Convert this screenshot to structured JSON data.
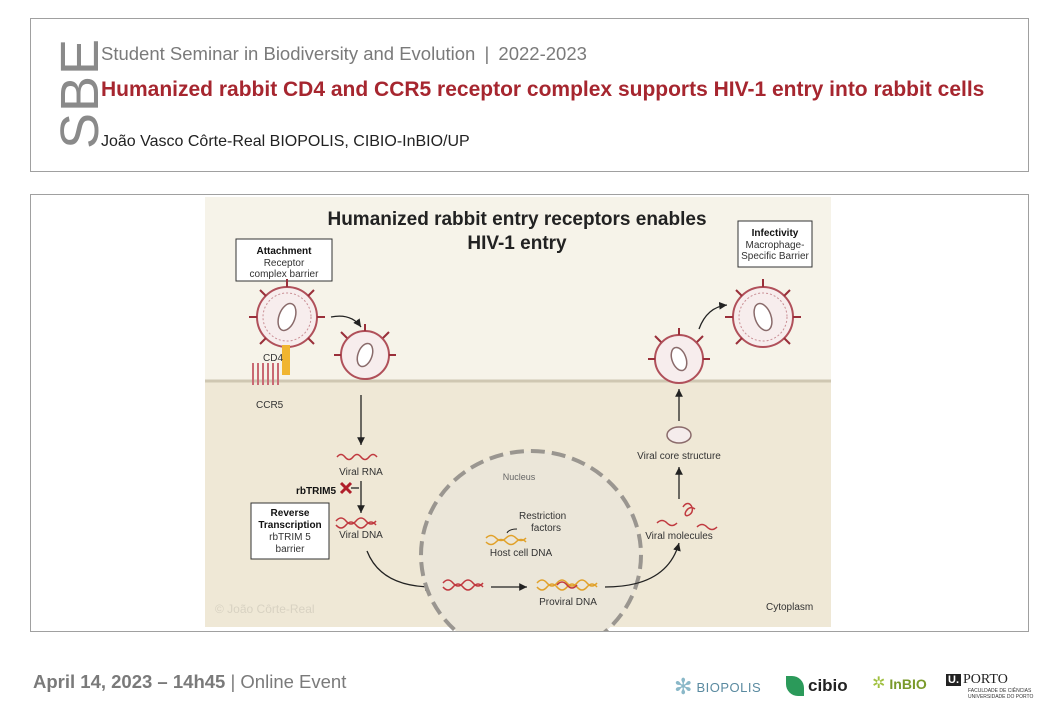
{
  "header": {
    "logo_text": "SBE",
    "series": "Student Seminar in Biodiversity and Evolution",
    "separator": "|",
    "year": "2022-2023",
    "title": "Humanized rabbit CD4 and CCR5 receptor complex supports HIV-1 entry into rabbit cells",
    "author": "João Vasco Côrte-Real BIOPOLIS, CIBIO-InBIO/UP"
  },
  "figure": {
    "title_line1": "Humanized rabbit entry receptors enables",
    "title_line2": "HIV-1 entry",
    "attachment_title": "Attachment",
    "attachment_line1": "Receptor",
    "attachment_line2": "complex barrier",
    "infectivity_title": "Infectivity",
    "infectivity_line1": "Macrophage-",
    "infectivity_line2": "Specific Barrier",
    "cd4": "CD4",
    "ccr5": "CCR5",
    "viral_rna": "Viral RNA",
    "rbtrim5": "rbTRIM5",
    "rt_line1": "Reverse",
    "rt_line2": "Transcription",
    "rt_line3": "rbTRIM 5",
    "rt_line4": "barrier",
    "viral_dna": "Viral DNA",
    "nucleus": "Nucleus",
    "restriction_line1": "Restriction",
    "restriction_line2": "factors",
    "host_dna": "Host cell DNA",
    "proviral_dna": "Proviral DNA",
    "viral_core": "Viral core structure",
    "viral_molecules": "Viral molecules",
    "cytoplasm": "Cytoplasm",
    "watermark": "© João Côrte-Real"
  },
  "footer": {
    "date": "April 14, 2023 – 14h45",
    "separator": "|",
    "event": "Online Event",
    "logos": {
      "biopolis": "BIOPOLIS",
      "cibio": "cibio",
      "inbio": "InBIO",
      "uporto_u": "U.",
      "uporto": "PORTO",
      "faculty": "FACULDADE DE CIÊNCIAS",
      "university": "UNIVERSIDADE DO PORTO"
    }
  }
}
